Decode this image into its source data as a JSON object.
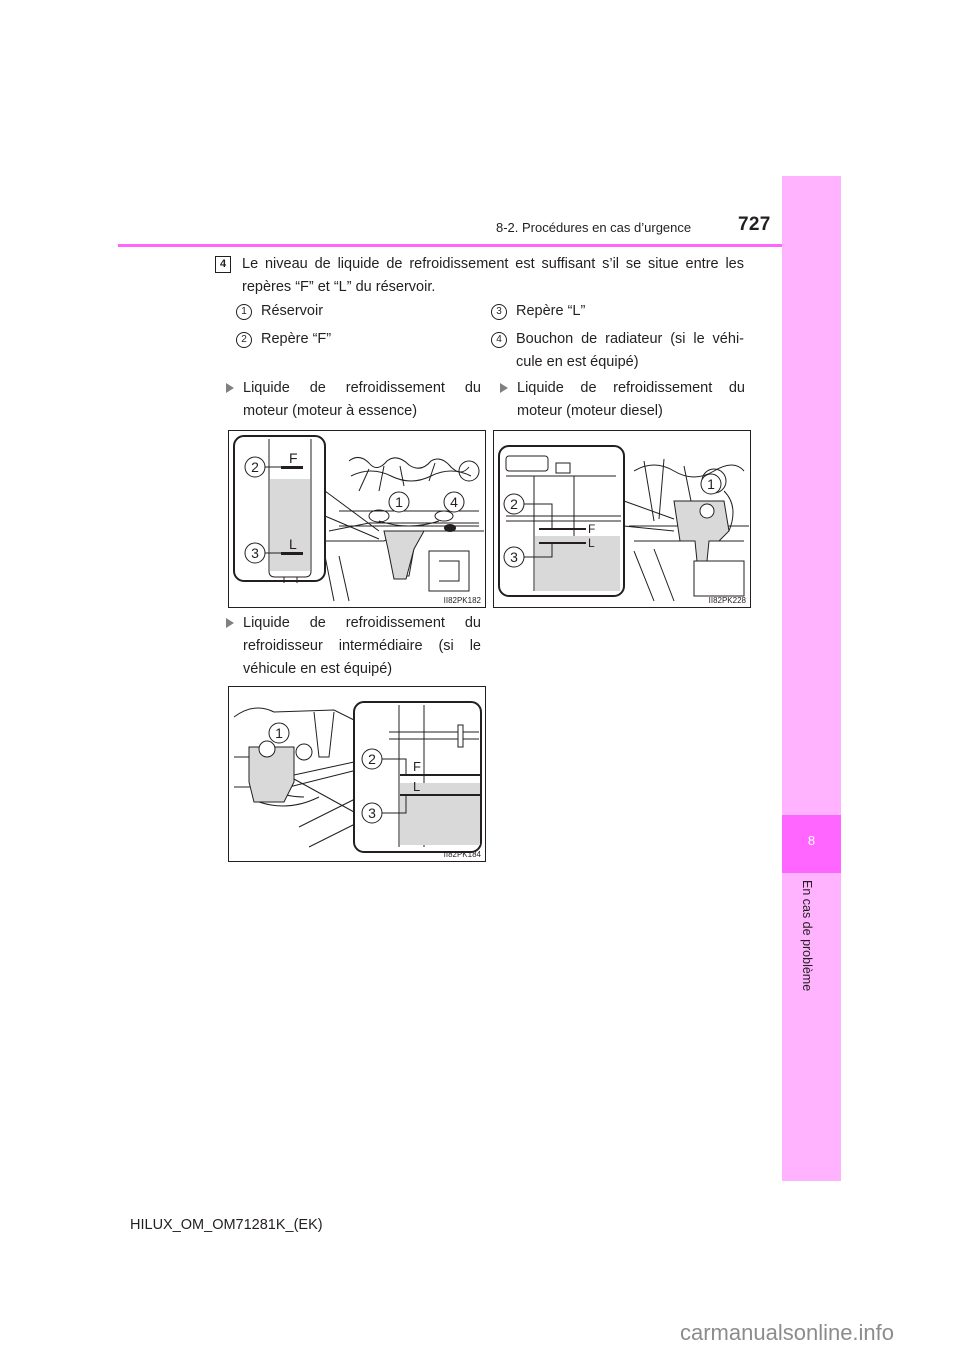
{
  "header": {
    "section": "8-2. Procédures en cas d’urgence",
    "page_number": "727",
    "accent_color": "#ff66ff"
  },
  "side_tab": {
    "chapter_number": "8",
    "chapter_label": "En cas de problème",
    "tab_color": "#ffb3ff",
    "number_color": "#ff66ff"
  },
  "step": {
    "number": "4",
    "text_line1": "Le niveau de liquide de refroidissement est suffisant s’il se situe entre les",
    "text_line2": "repères “F” et “L” du réservoir."
  },
  "legend": [
    {
      "num": "1",
      "label": "Réservoir"
    },
    {
      "num": "2",
      "label": "Repère “F”"
    },
    {
      "num": "3",
      "label": "Repère “L”"
    },
    {
      "num": "4",
      "label": "Bouchon de radiateur (si le véhi-cule en est équipé)"
    }
  ],
  "bullets": [
    {
      "text": "Liquide de refroidissement du moteur (moteur à essence)"
    },
    {
      "text": "Liquide de refroidissement du moteur (moteur diesel)"
    },
    {
      "text": "Liquide de refroidissement du refroidisseur intermédiaire (si le véhicule en est équipé)"
    }
  ],
  "figures": [
    {
      "code": "II82PK182",
      "callouts": [
        "1",
        "2",
        "3",
        "4"
      ],
      "marks": [
        "F",
        "L"
      ]
    },
    {
      "code": "II82PK228",
      "callouts": [
        "1",
        "2",
        "3"
      ],
      "marks": [
        "F",
        "L"
      ]
    },
    {
      "code": "II82PK184",
      "callouts": [
        "1",
        "2",
        "3"
      ],
      "marks": [
        "F",
        "L"
      ]
    }
  ],
  "footer": {
    "doc_id": "HILUX_OM_OM71281K_(EK)"
  },
  "watermark": "carmanualsonline.info"
}
